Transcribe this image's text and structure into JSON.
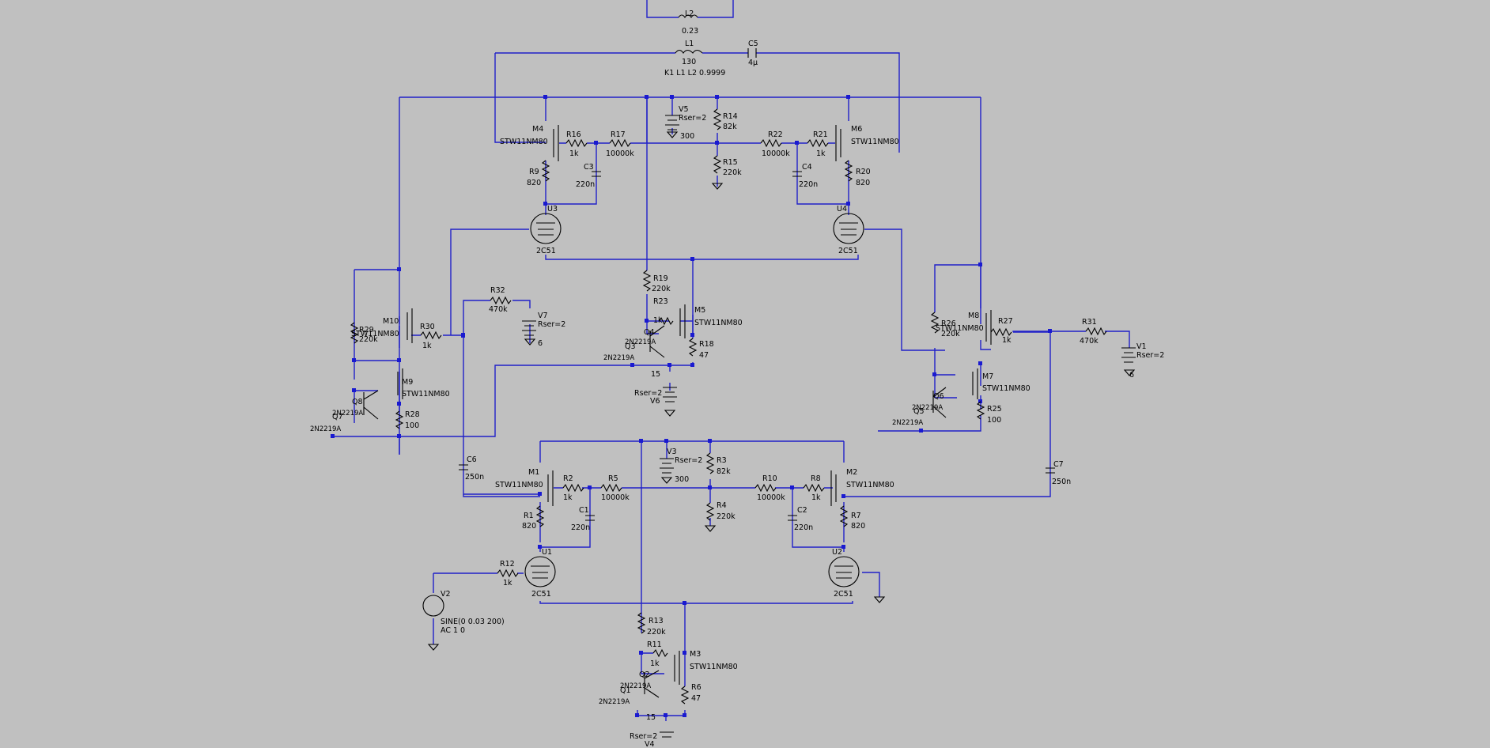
{
  "schematic": {
    "background": "#c0c0c0",
    "wire_color": "#2020c8",
    "component_color": "#000000",
    "coupling": {
      "directive": "K1 L1 L2 0.9999"
    },
    "inductors": [
      {
        "ref": "L2",
        "value": "0.23"
      },
      {
        "ref": "L1",
        "value": "130"
      }
    ],
    "capacitors": [
      {
        "ref": "C5",
        "value": "4µ"
      },
      {
        "ref": "C3",
        "value": "220n"
      },
      {
        "ref": "C4",
        "value": "220n"
      },
      {
        "ref": "C6",
        "value": "250n"
      },
      {
        "ref": "C7",
        "value": "250n"
      },
      {
        "ref": "C1",
        "value": "220n"
      },
      {
        "ref": "C2",
        "value": "220n"
      }
    ],
    "resistors": [
      {
        "ref": "R16",
        "value": "1k"
      },
      {
        "ref": "R17",
        "value": "10000k"
      },
      {
        "ref": "R14",
        "value": "82k"
      },
      {
        "ref": "R15",
        "value": "220k"
      },
      {
        "ref": "R22",
        "value": "10000k"
      },
      {
        "ref": "R21",
        "value": "1k"
      },
      {
        "ref": "R9",
        "value": "820"
      },
      {
        "ref": "R20",
        "value": "820"
      },
      {
        "ref": "R19",
        "value": "220k"
      },
      {
        "ref": "R23",
        "value": "1k"
      },
      {
        "ref": "R18",
        "value": "47"
      },
      {
        "ref": "R32",
        "value": "470k"
      },
      {
        "ref": "R29",
        "value": "220k"
      },
      {
        "ref": "R30",
        "value": "1k"
      },
      {
        "ref": "R28",
        "value": "100"
      },
      {
        "ref": "R26",
        "value": "220k"
      },
      {
        "ref": "R27",
        "value": "1k"
      },
      {
        "ref": "R31",
        "value": "470k"
      },
      {
        "ref": "R25",
        "value": "100"
      },
      {
        "ref": "R2",
        "value": "1k"
      },
      {
        "ref": "R5",
        "value": "10000k"
      },
      {
        "ref": "R3",
        "value": "82k"
      },
      {
        "ref": "R4",
        "value": "220k"
      },
      {
        "ref": "R10",
        "value": "10000k"
      },
      {
        "ref": "R8",
        "value": "1k"
      },
      {
        "ref": "R1",
        "value": "820"
      },
      {
        "ref": "R7",
        "value": "820"
      },
      {
        "ref": "R12",
        "value": "1k"
      },
      {
        "ref": "R13",
        "value": "220k"
      },
      {
        "ref": "R11",
        "value": "1k"
      },
      {
        "ref": "R6",
        "value": "47"
      }
    ],
    "mosfets": [
      {
        "ref": "M4",
        "model": "STW11NM80"
      },
      {
        "ref": "M6",
        "model": "STW11NM80"
      },
      {
        "ref": "M5",
        "model": "STW11NM80"
      },
      {
        "ref": "M10",
        "model": "STW11NM80"
      },
      {
        "ref": "M9",
        "model": "STW11NM80"
      },
      {
        "ref": "M8",
        "model": "STW11NM80"
      },
      {
        "ref": "M7",
        "model": "STW11NM80"
      },
      {
        "ref": "M1",
        "model": "STW11NM80"
      },
      {
        "ref": "M2",
        "model": "STW11NM80"
      },
      {
        "ref": "M3",
        "model": "STW11NM80"
      }
    ],
    "bjts": [
      {
        "ref": "Q4",
        "model": "2N2219A"
      },
      {
        "ref": "Q3",
        "model": "2N2219A"
      },
      {
        "ref": "Q8",
        "model": "2N2219A"
      },
      {
        "ref": "Q7",
        "model": "2N2219A"
      },
      {
        "ref": "Q6",
        "model": "2N2219A"
      },
      {
        "ref": "Q5",
        "model": "2N2219A"
      },
      {
        "ref": "Q2",
        "model": "2N2219A"
      },
      {
        "ref": "Q1",
        "model": "2N2219A"
      }
    ],
    "tubes": [
      {
        "ref": "U3",
        "model": "2C51"
      },
      {
        "ref": "U4",
        "model": "2C51"
      },
      {
        "ref": "U1",
        "model": "2C51"
      },
      {
        "ref": "U2",
        "model": "2C51"
      }
    ],
    "sources": [
      {
        "ref": "V5",
        "value": "300",
        "rser": "Rser=2"
      },
      {
        "ref": "V7",
        "value": "6",
        "rser": "Rser=2"
      },
      {
        "ref": "V6",
        "value": "15",
        "rser": "Rser=2"
      },
      {
        "ref": "V1",
        "value": "6",
        "rser": "Rser=2"
      },
      {
        "ref": "V3",
        "value": "300",
        "rser": "Rser=2"
      },
      {
        "ref": "V4",
        "value": "15",
        "rser": "Rser=2"
      },
      {
        "ref": "V2",
        "value": "SINE(0 0.03 200)",
        "ac": "AC 1 0"
      }
    ]
  }
}
